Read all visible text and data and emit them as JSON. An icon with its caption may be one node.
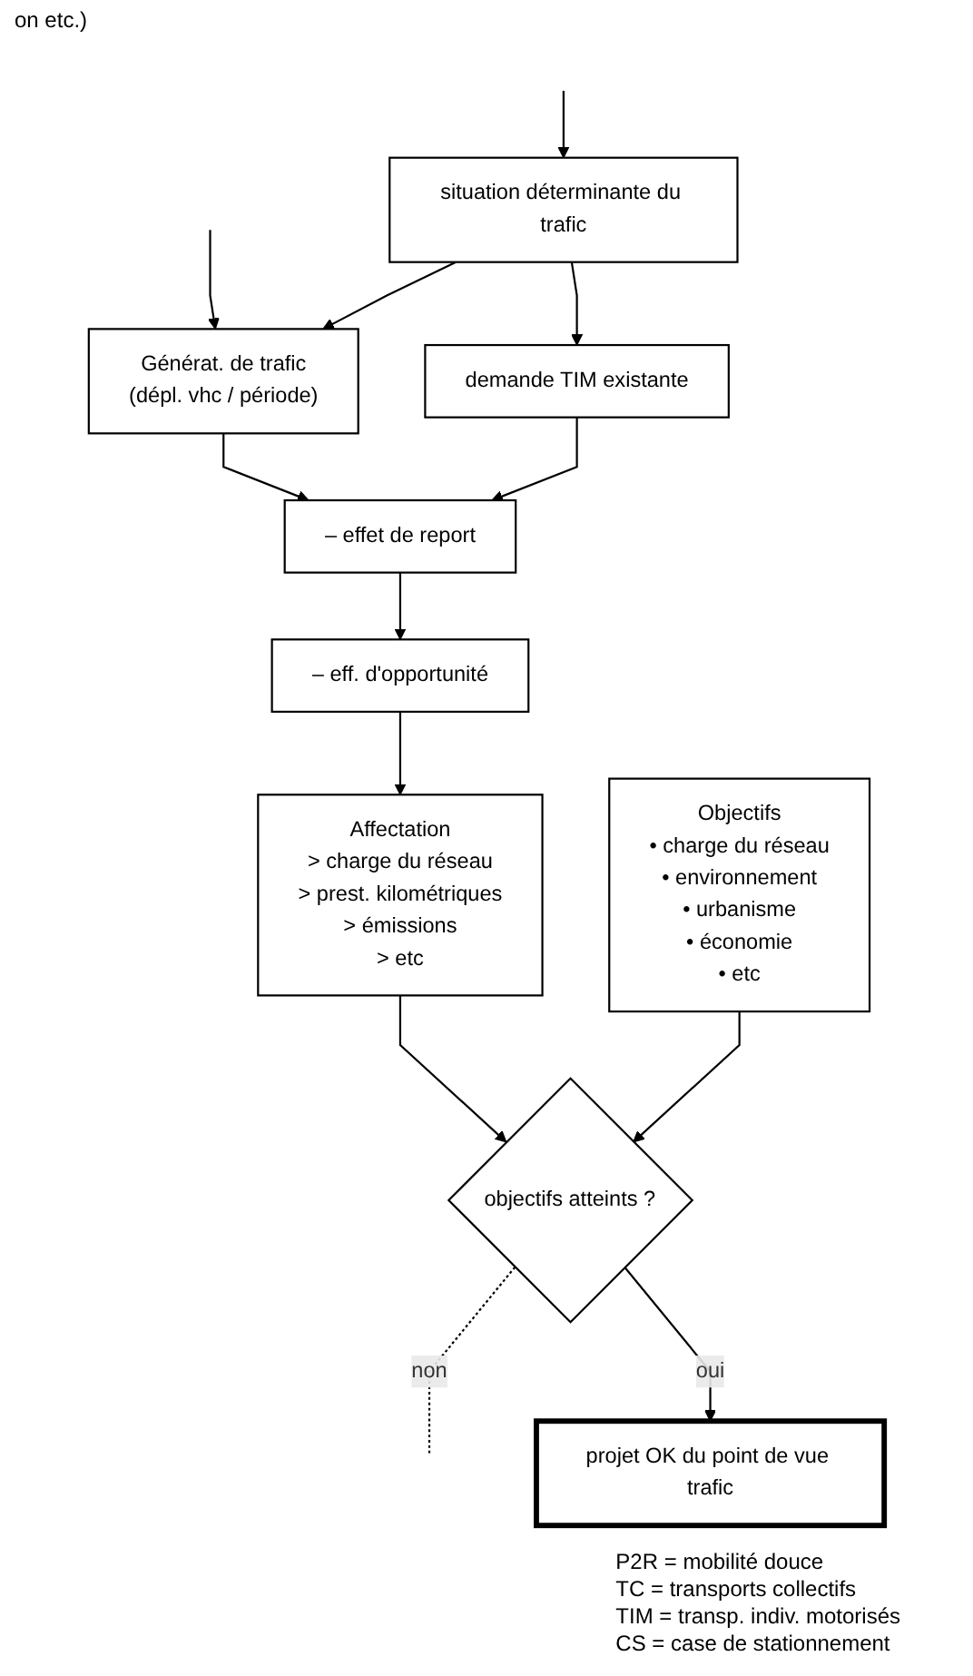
{
  "diagram": {
    "nodes": [
      {
        "text": [
          "situation déterminante du trafic"
        ]
      },
      {
        "text": [
          "Générat. de trafic",
          "(dépl. vhc / période)"
        ]
      },
      {
        "text": [
          "demande TIM existante"
        ]
      },
      {
        "text": [
          "– effet de report"
        ]
      },
      {
        "text": [
          "– eff. d'opportunité"
        ]
      },
      {
        "text": [
          "Affectation",
          "> charge du réseau",
          "> prest. kilométriques",
          "> émissions",
          "> etc"
        ]
      },
      {
        "text": [
          "Objectifs",
          "• charge du réseau",
          "• environnement",
          "• urbanisme",
          "• économie",
          "• etc"
        ]
      },
      {
        "text": [
          "objectifs atteints ?"
        ]
      },
      {
        "text": [
          "projet OK du point de vue trafic"
        ]
      }
    ],
    "edges": [
      {
        "from": null,
        "to": 0,
        "arrow": "to"
      },
      {
        "from": null,
        "to": 1,
        "arrow": "to"
      },
      {
        "from": 0,
        "to": 1,
        "arrow": "to"
      },
      {
        "from": 0,
        "to": 2,
        "arrow": "to"
      },
      {
        "from": 1,
        "to": 3,
        "arrow": "to"
      },
      {
        "from": 2,
        "to": 3,
        "arrow": "to"
      },
      {
        "from": 3,
        "to": 4,
        "arrow": "to"
      },
      {
        "from": 4,
        "to": 5,
        "arrow": "to"
      },
      {
        "from": 5,
        "to": 7,
        "arrow": "to"
      },
      {
        "from": 6,
        "to": 7,
        "arrow": "to"
      },
      {
        "from": 7,
        "to": null,
        "arrow": "none",
        "label": "non",
        "style": "dashed"
      },
      {
        "from": 7,
        "to": 8,
        "arrow": "to",
        "label": "oui"
      }
    ],
    "labels": [
      "on etc.)",
      "P2R = mobilité douce",
      "TC = transports collectifs",
      "TIM = transp. indiv. motorisés",
      "CS = case de stationnement"
    ]
  }
}
